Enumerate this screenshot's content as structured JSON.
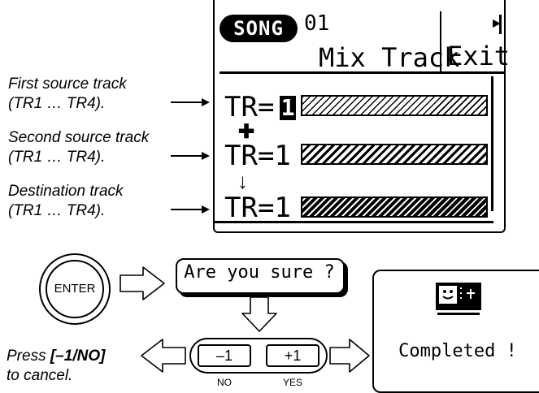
{
  "lcd": {
    "badge": "SONG",
    "song_number": "01",
    "mode_title": "Mix Track",
    "exit_label": "Exit",
    "tracks": [
      {
        "label": "TR=",
        "value": "1"
      },
      {
        "label": "TR=1"
      },
      {
        "label": "TR=1"
      }
    ],
    "plus_symbol": "✚",
    "down_arrow": "↓"
  },
  "annotations": {
    "first_source": [
      "First source track",
      "(TR1 … TR4)."
    ],
    "second_source": [
      "Second source track",
      "(TR1 … TR4)."
    ],
    "destination": [
      "Destination track",
      "(TR1 … TR4)."
    ]
  },
  "enter_button": {
    "label": "ENTER"
  },
  "confirm_dialog": {
    "text": "Are you sure ?"
  },
  "completed_dialog": {
    "text": "Completed !"
  },
  "keys": {
    "no": {
      "label": "–1",
      "caption": "NO"
    },
    "yes": {
      "label": "+1",
      "caption": "YES"
    }
  },
  "press_note": {
    "prefix": "Press ",
    "key": "[–1/NO]",
    "suffix": "to cancel."
  },
  "icons": {
    "arrow_icon": "long-right-arrow",
    "flow_arrow_icon": "hollow-arrow",
    "smile_icon": "smiley-face-icon"
  }
}
